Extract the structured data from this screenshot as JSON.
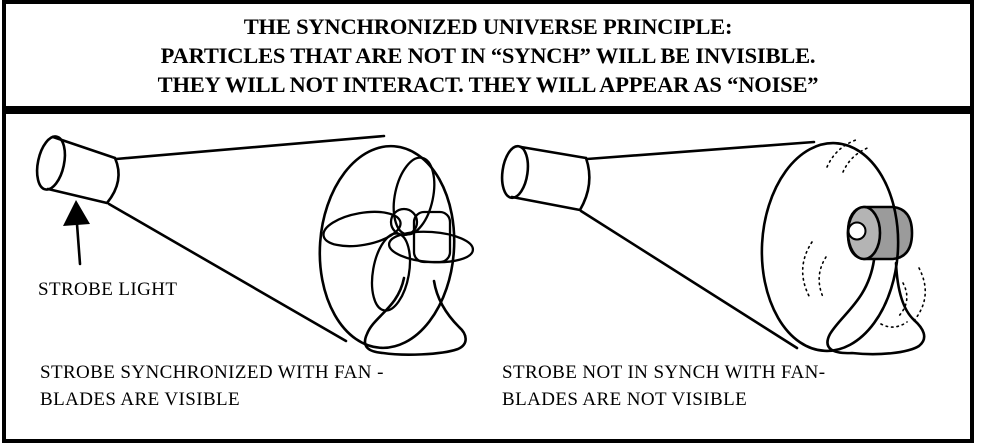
{
  "title": {
    "line1": "THE SYNCHRONIZED UNIVERSE PRINCIPLE:",
    "line2": "PARTICLES THAT ARE NOT IN “SYNCH” WILL BE INVISIBLE.",
    "line3": "THEY WILL NOT INTERACT. THEY WILL APPEAR AS “NOISE”"
  },
  "left_panel": {
    "strobe_label": "STROBE LIGHT",
    "caption_line1": "STROBE SYNCHRONIZED WITH FAN -",
    "caption_line2": "BLADES ARE VISIBLE"
  },
  "right_panel": {
    "caption_line1": "STROBE NOT IN SYNCH WITH FAN-",
    "caption_line2": "BLADES ARE NOT VISIBLE"
  },
  "colors": {
    "outline": "#000000",
    "background": "#ffffff",
    "hub_body": "#9b9b9b",
    "hub_face": "#b4b4b4",
    "hub_hole": "#ffffff"
  }
}
